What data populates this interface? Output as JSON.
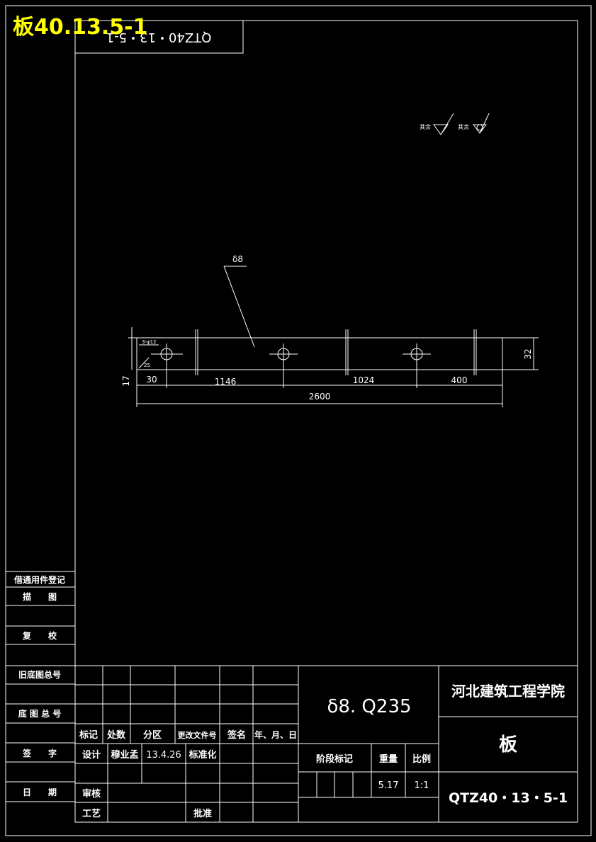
{
  "header": {
    "drawing_label": "板40.13.5-1",
    "mirrored_code": "QTZ40・13・5-1"
  },
  "surface": {
    "symbol1_label": "其余",
    "symbol2_label": "其余"
  },
  "part": {
    "thickness_callout": "δ8",
    "hole_note_top": "3-φ12",
    "hole_note_bottom": "25",
    "dims": {
      "d30": "30",
      "d1146": "1146",
      "d1024": "1024",
      "d400": "400",
      "d2600": "2600",
      "d17": "17",
      "d32": "32"
    }
  },
  "left_column": {
    "items": [
      "借通用件登记",
      "描　　图",
      "复　　校",
      "旧底图总号",
      "底 图 总 号",
      "签　　字",
      "日　　期"
    ]
  },
  "title_block": {
    "material": "δ8.  Q235",
    "school": "河北建筑工程学院",
    "part_name": "板",
    "drawing_number": "QTZ40・13・5-1",
    "stage_label": "阶段标记",
    "weight_label": "重量",
    "scale_label": "比例",
    "weight_value": "5.17",
    "scale_value": "1:1",
    "rev_headers": [
      "标记",
      "处数",
      "分区",
      "更改文件号",
      "签名",
      "年、月、日"
    ],
    "design_label": "设计",
    "designer": "穆业孟",
    "design_date": "13.4.26",
    "standard_label": "标准化",
    "review_label": "审核",
    "process_label": "工艺",
    "approve_label": "批准"
  }
}
